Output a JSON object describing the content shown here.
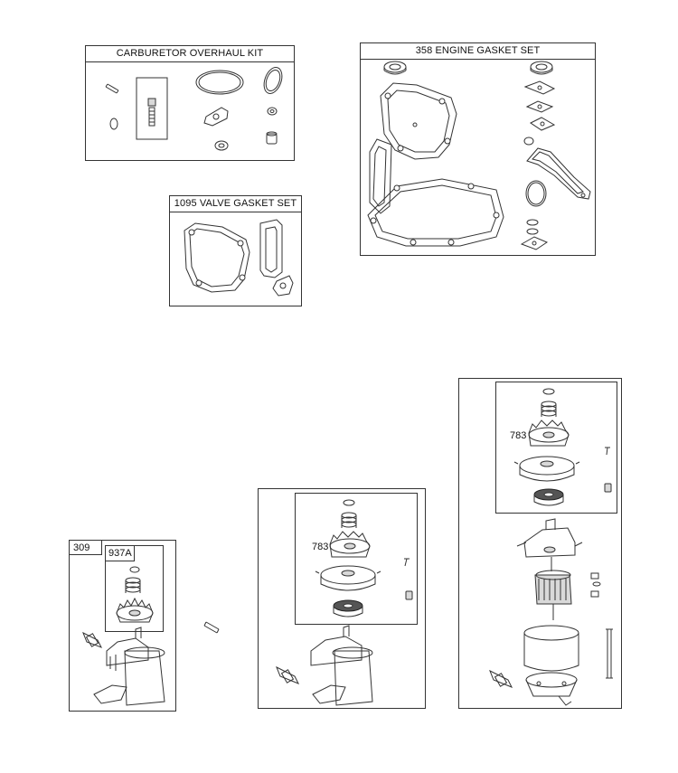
{
  "kits": {
    "carburetor": {
      "title": "CARBURETOR OVERHAUL KIT"
    },
    "engine_gasket": {
      "title": "358 ENGINE GASKET SET"
    },
    "valve_gasket": {
      "title": "1095 VALVE GASKET SET"
    }
  },
  "starters": {
    "left": {
      "ref": "309",
      "inset_ref": "937A"
    },
    "middle": {
      "inset_ref": "783"
    },
    "right": {
      "inset_ref": "783"
    }
  },
  "icons": [
    "gasket-icon",
    "o-ring-icon",
    "screw-icon",
    "spring-icon",
    "gear-icon",
    "starter-motor-icon",
    "armature-icon",
    "cap-icon",
    "solenoid-icon"
  ]
}
